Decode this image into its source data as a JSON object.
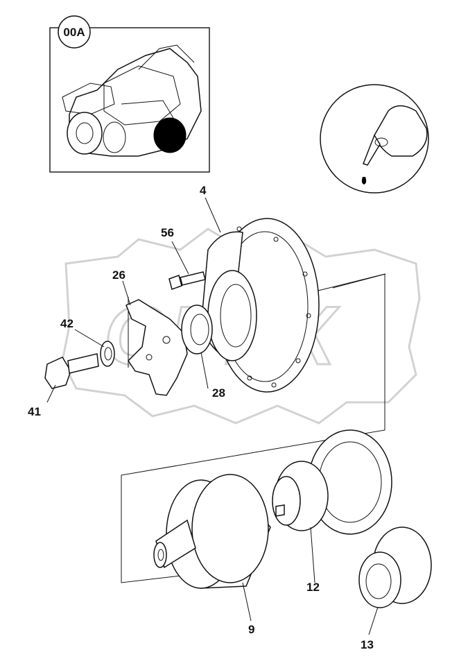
{
  "inset": {
    "badge": "00A"
  },
  "watermark": {
    "text": "OPEX"
  },
  "callouts": [
    {
      "id": "c4",
      "label": "4"
    },
    {
      "id": "c56",
      "label": "56"
    },
    {
      "id": "c26",
      "label": "26"
    },
    {
      "id": "c42",
      "label": "42"
    },
    {
      "id": "c28",
      "label": "28"
    },
    {
      "id": "c41",
      "label": "41"
    },
    {
      "id": "c12",
      "label": "12"
    },
    {
      "id": "c9",
      "label": "9"
    },
    {
      "id": "c13",
      "label": "13"
    }
  ],
  "icons": {
    "adhesive": "threadlocker-bottle-icon"
  }
}
